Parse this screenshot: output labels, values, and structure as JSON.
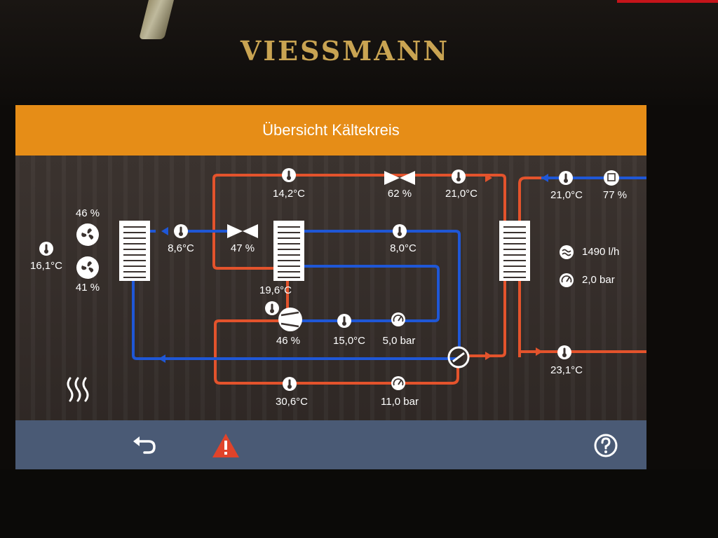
{
  "brand": "VIESSMANN",
  "header": {
    "title": "Übersicht Kältekreis"
  },
  "colors": {
    "hot_line": "#e3532c",
    "cold_line": "#1f57d6",
    "header": "#e68d17",
    "footer": "#4a5a75"
  },
  "outdoor": {
    "temp": "16,1°C",
    "fan1": "46 %",
    "fan2": "41 %"
  },
  "circuit": {
    "evap_out_temp": "8,6°C",
    "valve1_pos": "47 %",
    "top_temp": "14,2°C",
    "valve2_pos": "62 %",
    "hot_return_temp": "21,0°C",
    "exchanger_temp": "19,6°C",
    "suction_temp": "8,0°C",
    "compressor_speed": "46 %",
    "suction_line_temp": "15,0°C",
    "low_pressure": "5,0 bar",
    "discharge_temp": "30,6°C",
    "high_pressure": "11,0 bar"
  },
  "secondary": {
    "flow_temp": "21,0°C",
    "pump_speed": "77 %",
    "flow_rate": "1490 l/h",
    "pressure": "2,0 bar",
    "return_temp": "23,1°C"
  },
  "footer": {
    "back_icon": "back-arrow-icon",
    "warning_icon": "warning-triangle-icon",
    "help_icon": "help-icon"
  }
}
